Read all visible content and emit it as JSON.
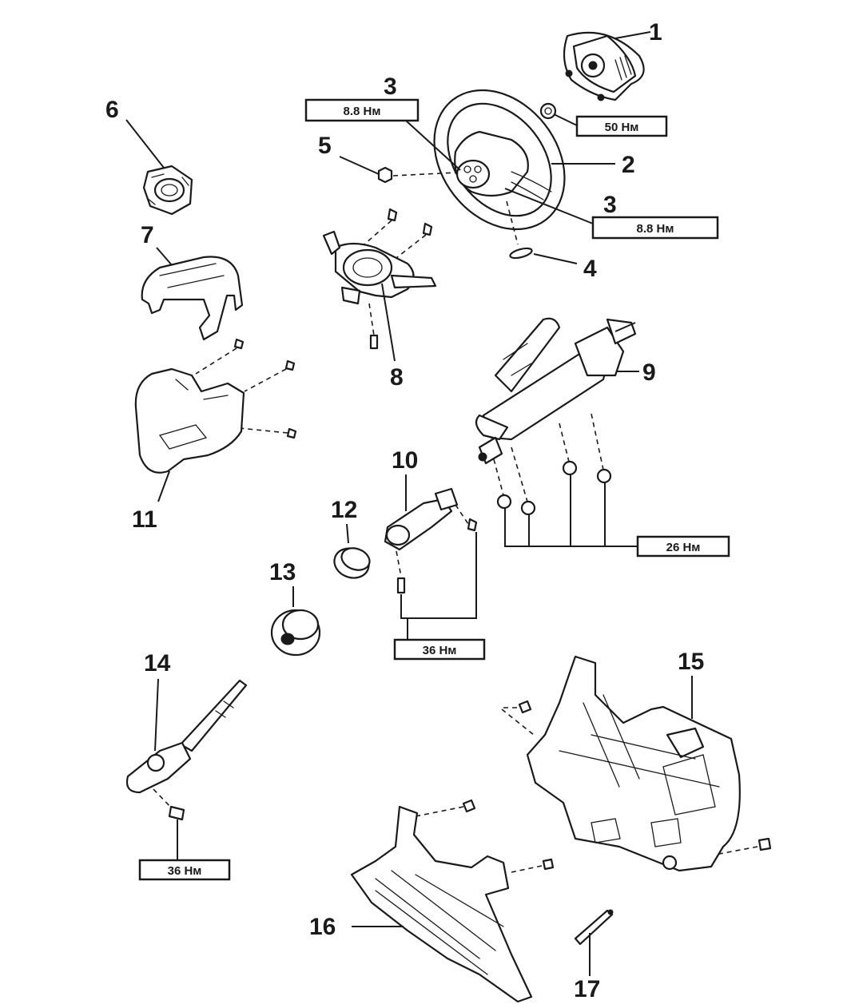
{
  "diagram": {
    "type": "exploded-view",
    "subject": "steering column assembly",
    "parts": [
      {
        "id": 1,
        "label": "1",
        "name": "airbag-module"
      },
      {
        "id": 2,
        "label": "2",
        "name": "steering-wheel"
      },
      {
        "id": 3,
        "label": "3",
        "name": "airbag-screw"
      },
      {
        "id": 4,
        "label": "4",
        "name": "o-ring"
      },
      {
        "id": 5,
        "label": "5",
        "name": "steering-wheel-nut"
      },
      {
        "id": 6,
        "label": "6",
        "name": "spiral-cable-bracket"
      },
      {
        "id": 7,
        "label": "7",
        "name": "upper-column-cover"
      },
      {
        "id": 8,
        "label": "8",
        "name": "combination-switch"
      },
      {
        "id": 9,
        "label": "9",
        "name": "steering-column"
      },
      {
        "id": 10,
        "label": "10",
        "name": "intermediate-shaft-joint"
      },
      {
        "id": 11,
        "label": "11",
        "name": "lower-column-cover"
      },
      {
        "id": 12,
        "label": "12",
        "name": "clamp"
      },
      {
        "id": 13,
        "label": "13",
        "name": "column-hole-cover"
      },
      {
        "id": 14,
        "label": "14",
        "name": "intermediate-shaft"
      },
      {
        "id": 15,
        "label": "15",
        "name": "lower-instrument-panel"
      },
      {
        "id": 16,
        "label": "16",
        "name": "knee-protector"
      },
      {
        "id": 17,
        "label": "17",
        "name": "clip"
      }
    ],
    "torque_specs": [
      {
        "id": "t-airbag-left",
        "value": "8.8 Нм"
      },
      {
        "id": "t-nut",
        "value": "50 Нм"
      },
      {
        "id": "t-airbag-right",
        "value": "8.8 Нм"
      },
      {
        "id": "t-column",
        "value": "26 Нм"
      },
      {
        "id": "t-joint",
        "value": "36 Нм"
      },
      {
        "id": "t-shaft",
        "value": "36 Нм"
      }
    ]
  }
}
